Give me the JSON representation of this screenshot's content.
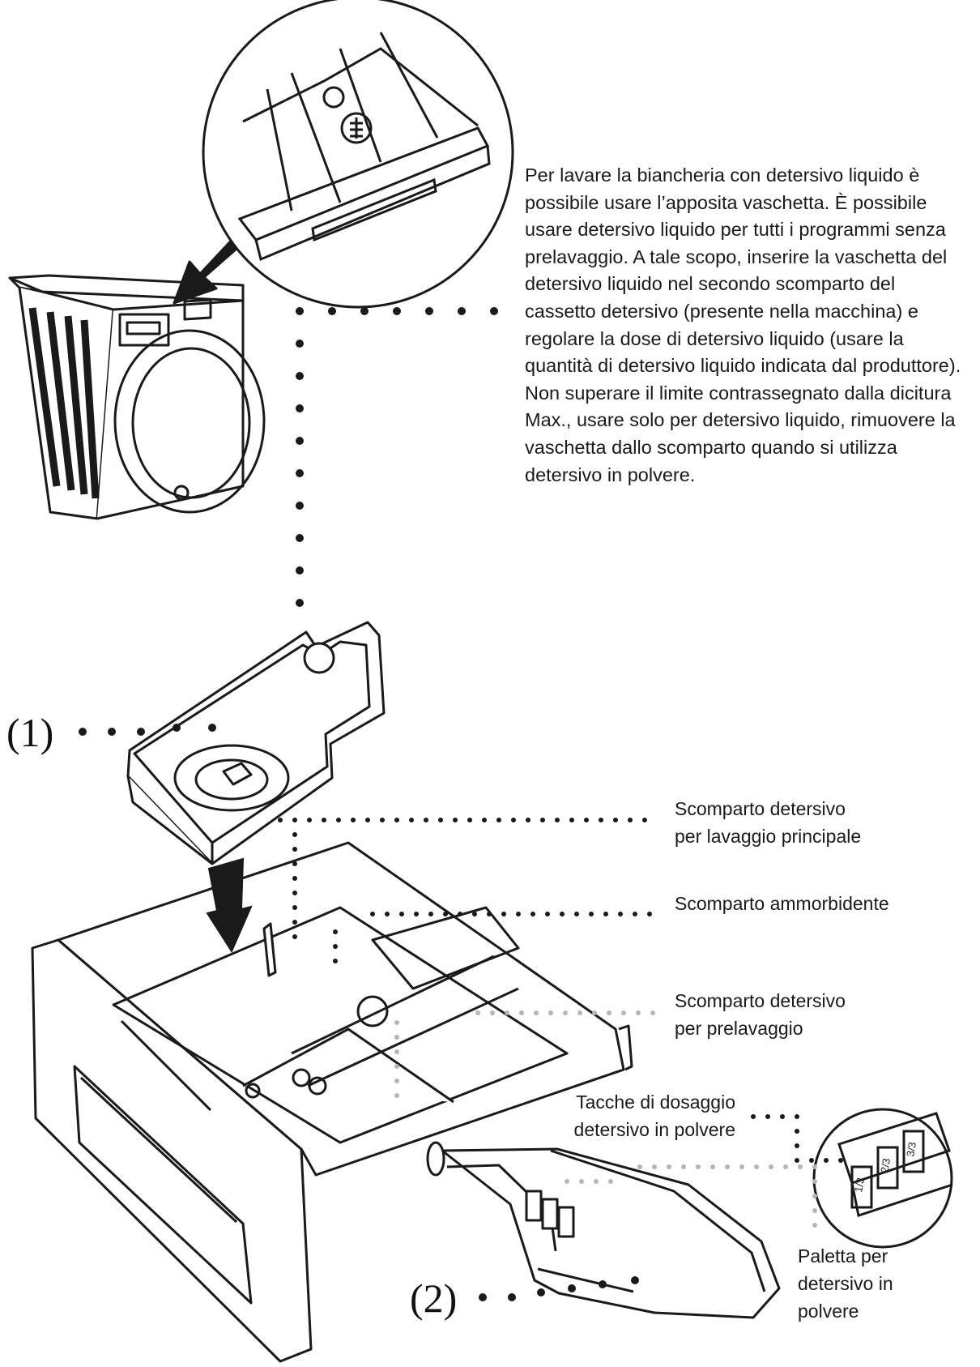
{
  "intro_text": "Per lavare la biancheria con detersivo liquido è possibile usare l’apposita vaschetta. È possibile usare detersivo liquido per tutti i programmi senza prelavaggio. A tale scopo, inserire la vaschetta del detersivo liquido nel secondo scomparto del cassetto detersivo (presente nella macchina) e regolare la dose di detersivo liquido (usare la quantità di detersivo liquido indicata dal produttore). Non superare il limite contrassegnato dalla dicitura Max., usare solo per detersivo liquido, rimuovere la vaschetta dallo scomparto quando si utilizza detersivo in polvere.",
  "callout_1": "(1)",
  "callout_2": "(2)",
  "labels": {
    "main_wash": "Scomparto detersivo\nper lavaggio principale",
    "softener": "Scomparto ammorbidente",
    "prewash": "Scomparto detersivo\nper prelavaggio",
    "dosing_notches": "Tacche di dosaggio\ndetersivo in polvere",
    "powder_scoop": "Paletta per\ndetersivo in\npolvere"
  },
  "scoop_marks": [
    "1/3",
    "2/3",
    "3/3"
  ],
  "colors": {
    "line": "#1a1a1a",
    "dots_dark": "#1a1a1a",
    "dots_light": "#b5b5b5"
  }
}
